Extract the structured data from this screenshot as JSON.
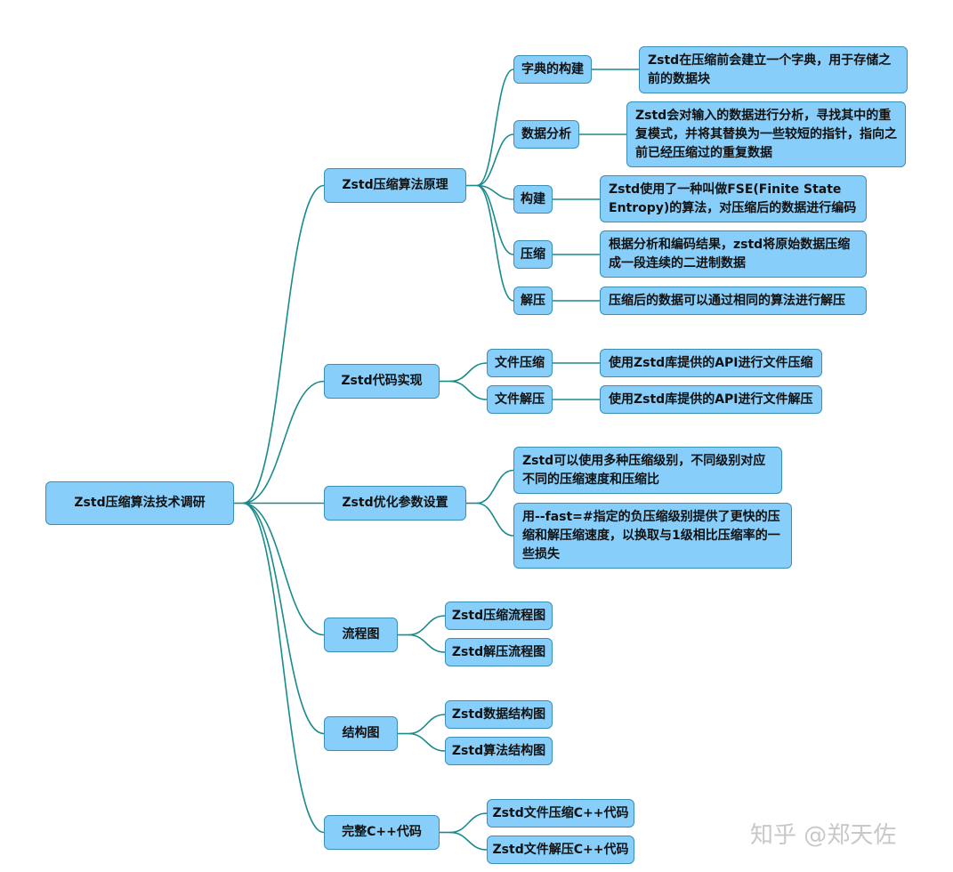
{
  "root": "Zstd压缩算法技术调研",
  "branches": {
    "principle": {
      "label": "Zstd压缩算法原理",
      "items": [
        {
          "label": "字典的构建",
          "desc": "Zstd在压缩前会建立一个字典，用于存储之前的数据块"
        },
        {
          "label": "数据分析",
          "desc": "Zstd会对输入的数据进行分析，寻找其中的重复模式，并将其替换为一些较短的指针，指向之前已经压缩过的重复数据"
        },
        {
          "label": "构建",
          "desc": "Zstd使用了一种叫做FSE(Finite State Entropy)的算法，对压缩后的数据进行编码"
        },
        {
          "label": "压缩",
          "desc": "根据分析和编码结果，zstd将原始数据压缩成一段连续的二进制数据"
        },
        {
          "label": "解压",
          "desc": "压缩后的数据可以通过相同的算法进行解压"
        }
      ]
    },
    "code": {
      "label": "Zstd代码实现",
      "items": [
        {
          "label": "文件压缩",
          "desc": "使用Zstd库提供的API进行文件压缩"
        },
        {
          "label": "文件解压",
          "desc": "使用Zstd库提供的API进行文件解压"
        }
      ]
    },
    "tuning": {
      "label": "Zstd优化参数设置",
      "items": [
        "Zstd可以使用多种压缩级别，不同级别对应不同的压缩速度和压缩比",
        "用--fast=#指定的负压缩级别提供了更快的压缩和解压缩速度，以换取与1级相比压缩率的一些损失"
      ]
    },
    "flow": {
      "label": "流程图",
      "items": [
        "Zstd压缩流程图",
        "Zstd解压流程图"
      ]
    },
    "structure": {
      "label": "结构图",
      "items": [
        "Zstd数据结构图",
        "Zstd算法结构图"
      ]
    },
    "fullcode": {
      "label": "完整C++代码",
      "items": [
        "Zstd文件压缩C++代码",
        "Zstd文件解压C++代码"
      ]
    }
  },
  "watermark": "知乎 @郑天佐",
  "colors": {
    "node_fill": "#87CEFA",
    "node_border": "#3a8fb7",
    "link": "#1a8a8a"
  }
}
